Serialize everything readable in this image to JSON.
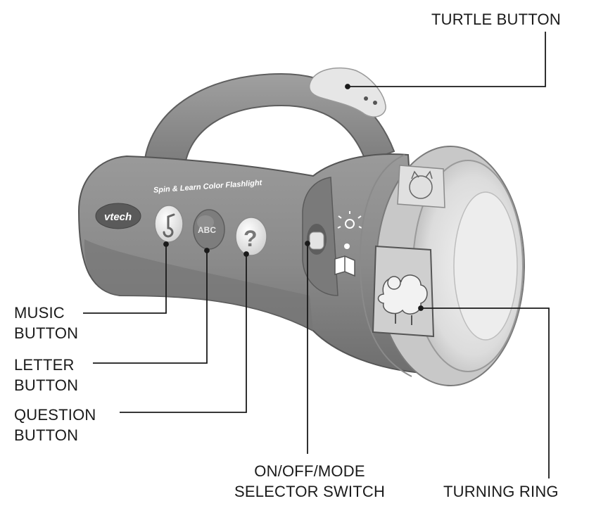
{
  "labels": {
    "turtle": {
      "line1": "TURTLE BUTTON"
    },
    "music": {
      "line1": "MUSIC",
      "line2": "BUTTON"
    },
    "letter": {
      "line1": "LETTER",
      "line2": "BUTTON"
    },
    "question": {
      "line1": "QUESTION",
      "line2": "BUTTON"
    },
    "switch": {
      "line1": "ON/OFF/MODE",
      "line2": "SELECTOR SWITCH"
    },
    "ring": {
      "line1": "TURNING RING"
    }
  },
  "product": {
    "brand": "vtech",
    "name": "Spin & Learn Color Flashlight",
    "button_abc": "ABC",
    "button_question": "?"
  },
  "colors": {
    "body": "#8e8e8e",
    "body_dark": "#6f6f6f",
    "lens": "#d9d9d9",
    "line": "#1a1a1a"
  }
}
